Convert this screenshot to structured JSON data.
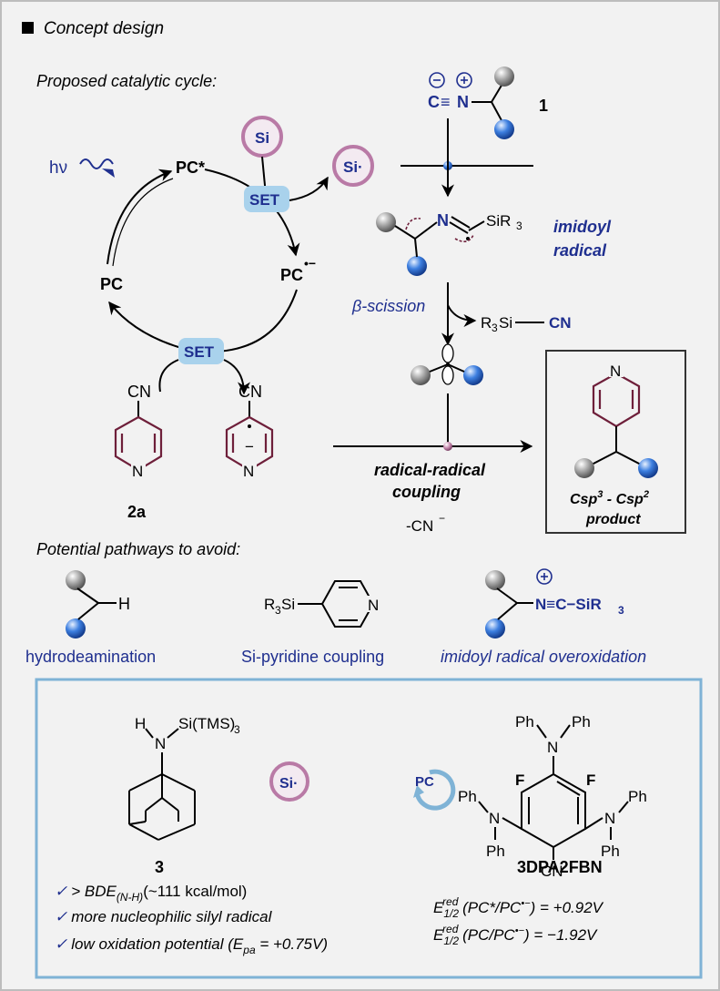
{
  "header": {
    "title": "Concept design"
  },
  "cycle": {
    "title": "Proposed catalytic cycle:",
    "hv": "hν",
    "pc_star": "PC*",
    "pc": "PC",
    "pc_radical_anion": "PC",
    "si_reagent": "Si",
    "si_radical": "Si·",
    "set_label": "SET",
    "compound_1": "1",
    "isocyanide_n": "N",
    "isocyanide_c": "C",
    "imidoyl_n": "N",
    "imidoyl_siR3": "SiR",
    "imidoyl_label_1": "imidoyl",
    "imidoyl_label_2": "radical",
    "beta_scission": "β-scission",
    "byproduct_prefix": "R",
    "byproduct_si": "Si",
    "byproduct_cn": "CN",
    "cn_label": "CN",
    "pyridine_n": "N",
    "compound_2a": "2a",
    "coupling_line1": "radical-radical",
    "coupling_line2": "coupling",
    "minus_cn": "-CN",
    "product_n": "N",
    "product_line1": "Csp",
    "product_mid": " - Csp",
    "product_sup": "3",
    "product_sup2": "2",
    "product_line2": "product"
  },
  "pathways": {
    "title": "Potential pathways to avoid:",
    "h_label": "H",
    "r3si": "R",
    "r3si_tail": "Si",
    "py_n": "N",
    "ox_text": "N≡C−SiR",
    "labels": [
      "hydrodeamination",
      "Si-pyridine coupling",
      "imidoyl radical overoxidation"
    ]
  },
  "reagents": {
    "amine_h": "H",
    "amine_n": "N",
    "amine_si": "Si(TMS)",
    "amine_sub": "3",
    "compound_3": "3",
    "si_radical": "Si·",
    "pc_badge": "PC",
    "ph": "Ph",
    "f": "F",
    "n": "N",
    "cn": "CN",
    "catalyst_name": "3DPA2FBN",
    "bullets": [
      {
        "check": "✓",
        "pre": "> BDE",
        "sub": "(N-H)",
        "post": "(~111  kcal/mol)"
      },
      {
        "check": "✓",
        "pre": "more nucleophilic silyl radical",
        "sub": "",
        "post": ""
      },
      {
        "check": "✓",
        "pre": "low oxidation potential (E",
        "sub": "pa",
        "post": " = +0.75V)"
      }
    ],
    "potentials": [
      {
        "e": "E",
        "sub": "1/2",
        "sup": "red",
        "rest": " (PC*/PC",
        "end": ") = +0.92V"
      },
      {
        "e": "E",
        "sub": "1/2",
        "sup": "red",
        "rest": " (PC/PC",
        "end": ") = −1.92V"
      }
    ]
  },
  "colors": {
    "navy": "#1f2f8f",
    "maroon": "#6e1f3a",
    "si_pink": "#b97aa6",
    "set_fill": "#a9d2ec",
    "box_blue": "#7fb3d6",
    "sphere_gray": "#8c8c8c",
    "sphere_blue": "#2f6fd0"
  }
}
